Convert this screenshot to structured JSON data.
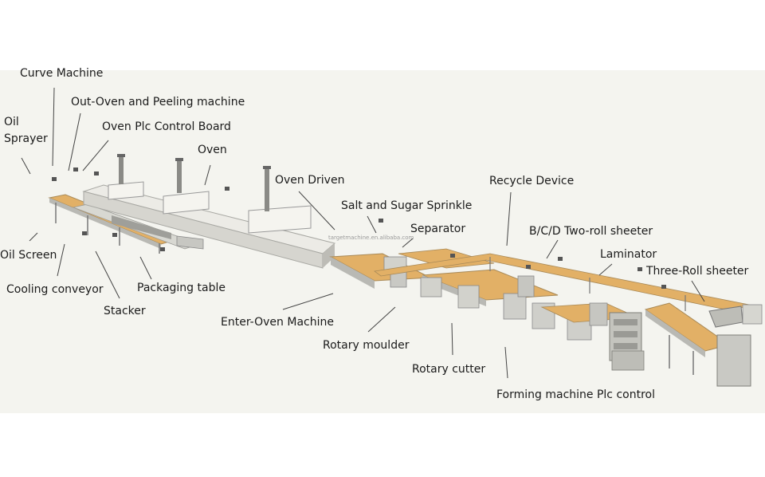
{
  "labels": {
    "curve_machine": "Curve Machine",
    "out_oven_peeling": "Out-Oven and Peeling machine",
    "oven_plc_board": "Oven Plc Control Board",
    "oil_sprayer_line1": "Oil",
    "oil_sprayer_line2": "Sprayer",
    "oven": "Oven",
    "oven_driven": "Oven Driven",
    "salt_sugar": "Salt and Sugar Sprinkle",
    "separator": "Separator",
    "recycle_device": "Recycle Device",
    "bcd_sheeter": "B/C/D Two-roll sheeter",
    "laminator": "Laminator",
    "three_roll": "Three-Roll sheeter",
    "oil_screen": "Oil Screen",
    "cooling_conveyor": "Cooling conveyor",
    "packaging_table": "Packaging table",
    "stacker": "Stacker",
    "enter_oven": "Enter-Oven Machine",
    "rotary_moulder": "Rotary moulder",
    "rotary_cutter": "Rotary cutter",
    "forming_plc": "Forming machine Plc control"
  },
  "watermark": "targetmachine.en.alibaba.com",
  "colors": {
    "background": "#f4f4ef",
    "steel": "#c9c9c4",
    "steel_dark": "#8d8d88",
    "conveyor": "#e2b066",
    "text": "#1a1a1a"
  }
}
